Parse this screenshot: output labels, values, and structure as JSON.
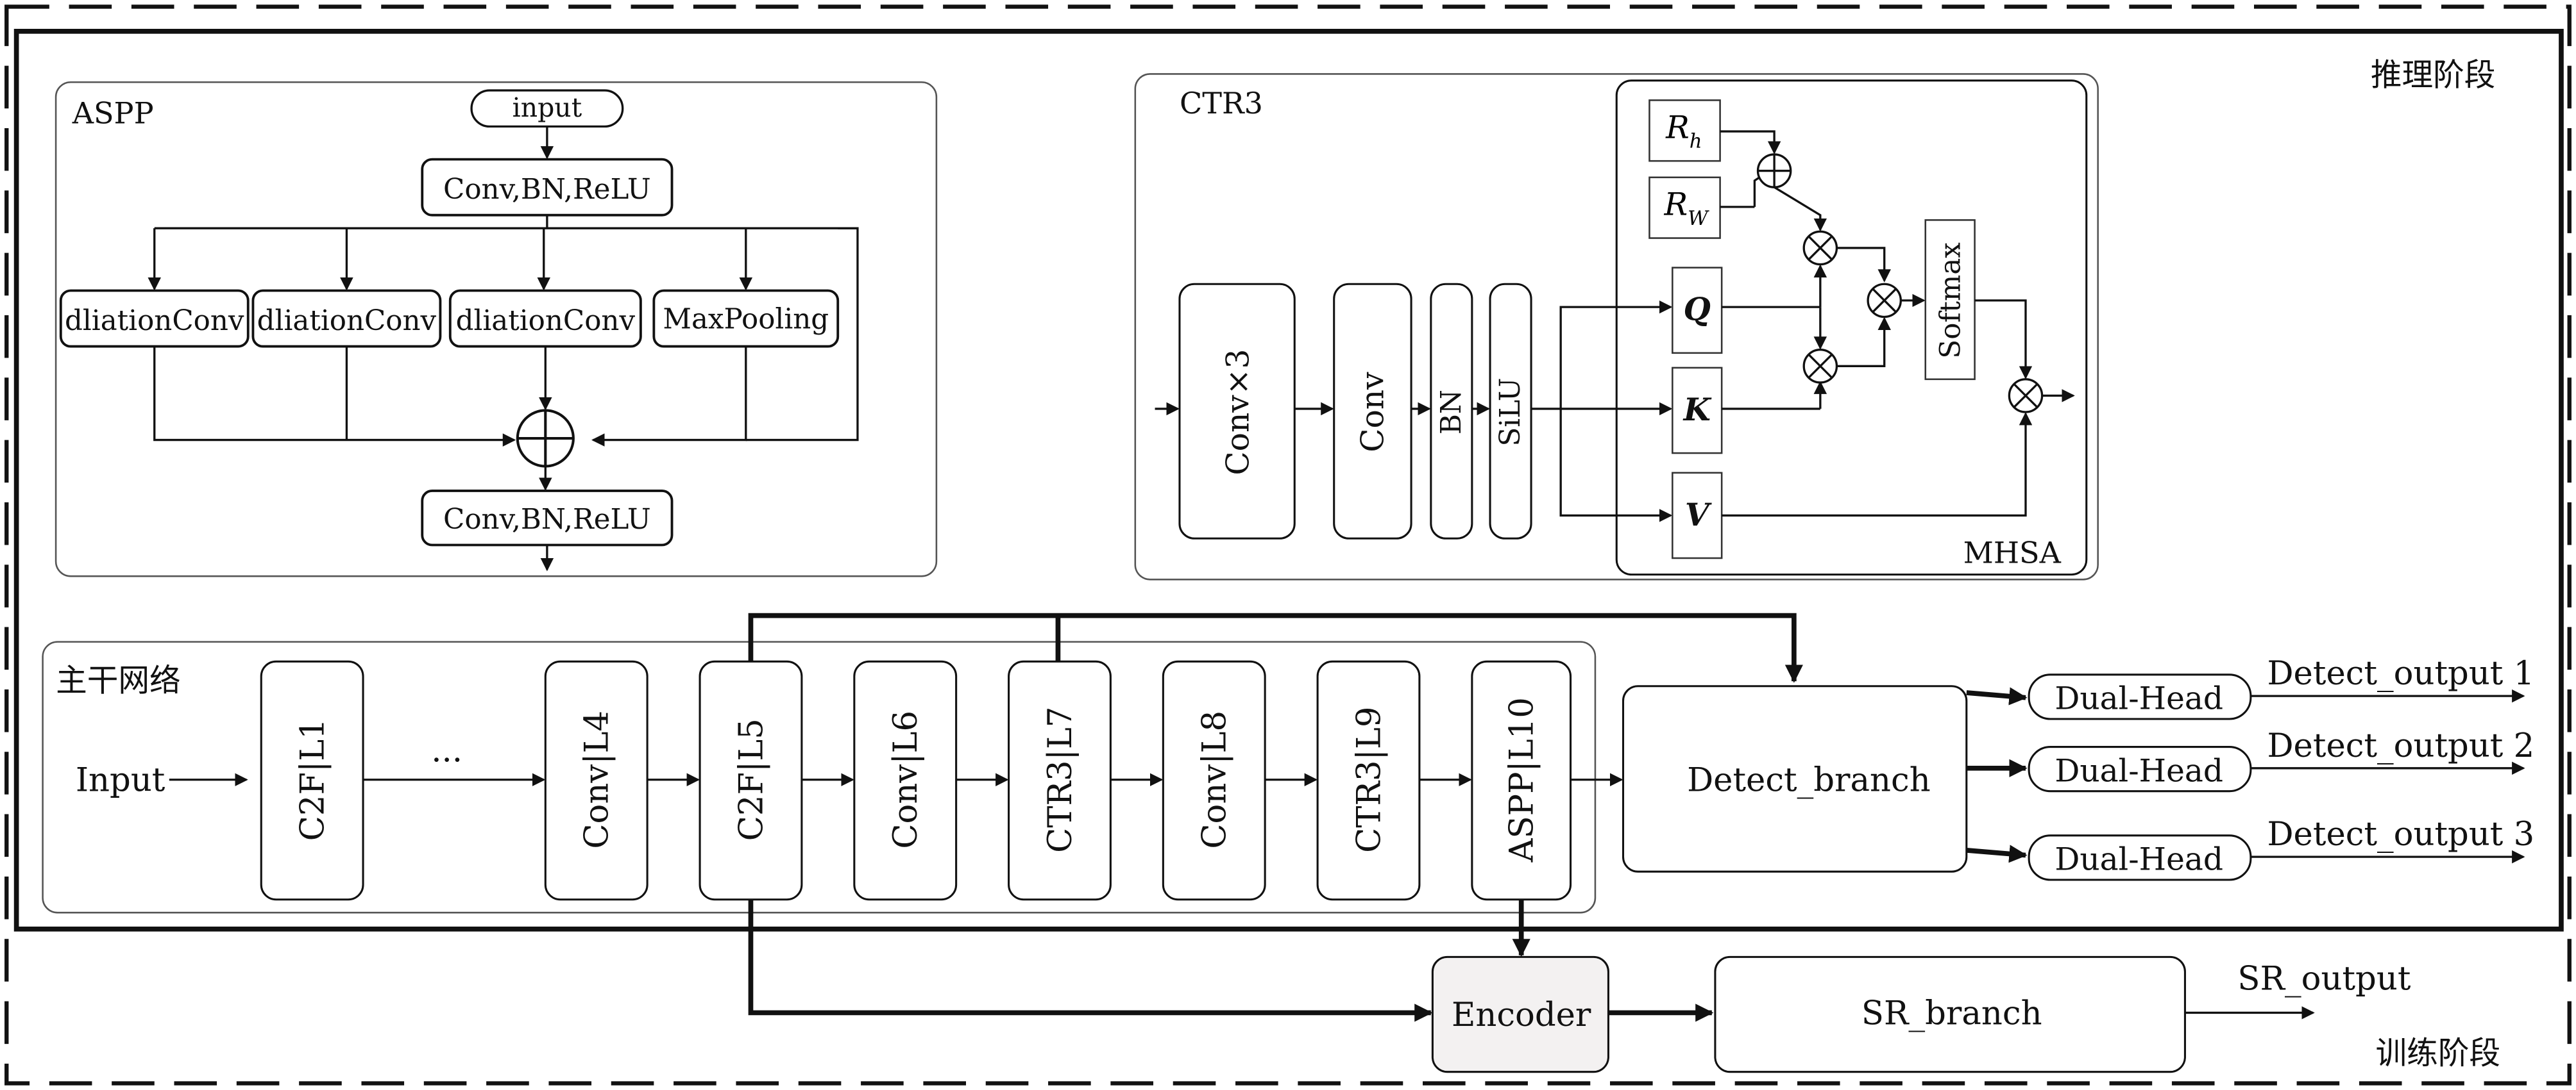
{
  "stages": {
    "inference": "推理阶段",
    "training": "训练阶段"
  },
  "aspp": {
    "title": "ASPP",
    "input": "input",
    "top_conv": "Conv,BN,ReLU",
    "branches": [
      "dliationConv",
      "dliationConv",
      "dliationConv",
      "MaxPooling"
    ],
    "bottom_conv": "Conv,BN,ReLU"
  },
  "ctr3": {
    "title": "CTR3",
    "blocks": [
      "Conv×3",
      "Conv",
      "BN",
      "SiLU"
    ],
    "mhsa": {
      "title": "MHSA",
      "rh": "R",
      "rh_sub": "h",
      "rw": "R",
      "rw_sub": "W",
      "q": "Q",
      "k": "K",
      "v": "V",
      "softmax": "Softmax"
    }
  },
  "backbone": {
    "title": "主干网络",
    "input": "Input",
    "ellipsis": "...",
    "blocks": [
      "C2F|L1",
      "Conv|L4",
      "C2F|L5",
      "Conv|L6",
      "CTR3|L7",
      "Conv|L8",
      "CTR3|L9",
      "ASPP|L10"
    ]
  },
  "detect": {
    "branch": "Detect_branch",
    "heads": [
      "Dual-Head",
      "Dual-Head",
      "Dual-Head"
    ],
    "outputs": [
      "Detect_output 1",
      "Detect_output 2",
      "Detect_output 3"
    ]
  },
  "sr": {
    "encoder": "Encoder",
    "branch": "SR_branch",
    "output": "SR_output"
  }
}
